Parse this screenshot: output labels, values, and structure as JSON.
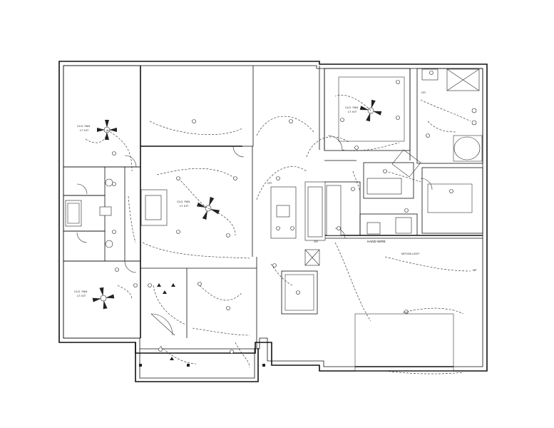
{
  "labels": {
    "fan_ne": "CLG. FAN",
    "fan_ne_sub": "LT. KIT",
    "fan_bed2": "CLG. FAN",
    "fan_bed2_sub": "LT. KIT",
    "fan_great": "CLG. FAN",
    "fan_great_sub": "LT. KIT",
    "fan_bed3": "CLG. FAN",
    "fan_bed3_sub": "LT. KIT",
    "hand_wire": "HAND WIRE",
    "gfi": "GFI",
    "motion_light": "MOTION LIGHT",
    "wp": "WP",
    "clg": "CLG"
  }
}
